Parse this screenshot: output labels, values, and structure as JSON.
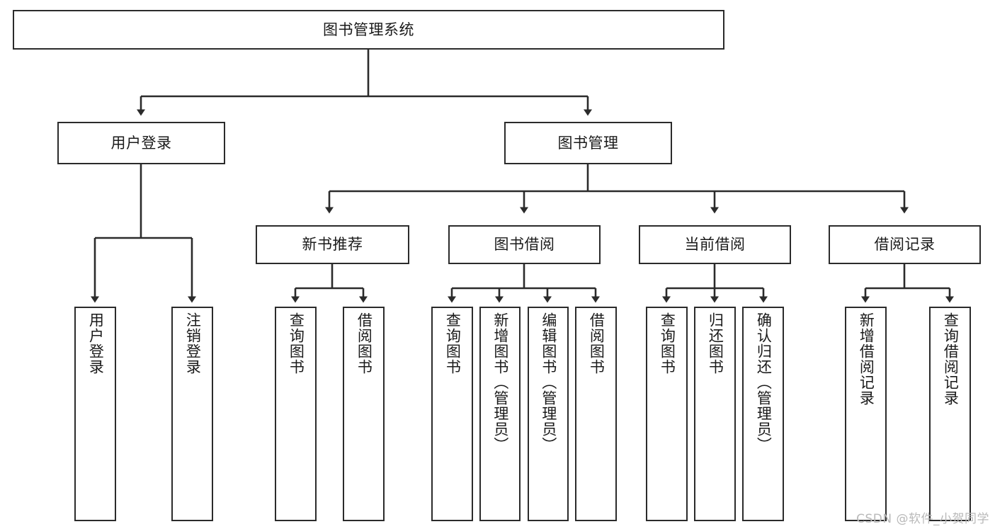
{
  "diagram": {
    "title": "图书管理系统",
    "type": "hierarchy-tree",
    "orientation": "top-down",
    "levels": 4,
    "root": {
      "id": "root",
      "label": "图书管理系统"
    },
    "level2": [
      {
        "id": "user-login",
        "label": "用户登录"
      },
      {
        "id": "book-management",
        "label": "图书管理"
      }
    ],
    "level3": [
      {
        "id": "new-book-recommend",
        "label": "新书推荐",
        "parent": "book-management"
      },
      {
        "id": "book-borrow",
        "label": "图书借阅",
        "parent": "book-management"
      },
      {
        "id": "current-borrow",
        "label": "当前借阅",
        "parent": "book-management"
      },
      {
        "id": "borrow-record",
        "label": "借阅记录",
        "parent": "book-management"
      }
    ],
    "leaves": [
      {
        "id": "leaf-user-login",
        "label": "用户登录",
        "parent": "user-login"
      },
      {
        "id": "leaf-logout",
        "label": "注销登录",
        "parent": "user-login"
      },
      {
        "id": "leaf-query-book-1",
        "label": "查询图书",
        "parent": "new-book-recommend"
      },
      {
        "id": "leaf-borrow-book-1",
        "label": "借阅图书",
        "parent": "new-book-recommend"
      },
      {
        "id": "leaf-query-book-2",
        "label": "查询图书",
        "parent": "book-borrow"
      },
      {
        "id": "leaf-add-book",
        "label": "新增图书（管理员）",
        "parent": "book-borrow"
      },
      {
        "id": "leaf-edit-book",
        "label": "编辑图书（管理员）",
        "parent": "book-borrow"
      },
      {
        "id": "leaf-borrow-book-2",
        "label": "借阅图书",
        "parent": "book-borrow"
      },
      {
        "id": "leaf-query-book-3",
        "label": "查询图书",
        "parent": "current-borrow"
      },
      {
        "id": "leaf-return-book",
        "label": "归还图书",
        "parent": "current-borrow"
      },
      {
        "id": "leaf-confirm-return",
        "label": "确认归还（管理员）",
        "parent": "current-borrow"
      },
      {
        "id": "leaf-add-record",
        "label": "新增借阅记录",
        "parent": "borrow-record"
      },
      {
        "id": "leaf-query-record",
        "label": "查询借阅记录",
        "parent": "borrow-record"
      }
    ]
  },
  "watermark": {
    "text": "CSDN @软件_小贺同学"
  },
  "colors": {
    "box_border": "#2b2b2b",
    "connector": "#2b2b2b",
    "background": "#ffffff",
    "text": "#1a1a1a",
    "watermark": "#b9b9b9"
  }
}
